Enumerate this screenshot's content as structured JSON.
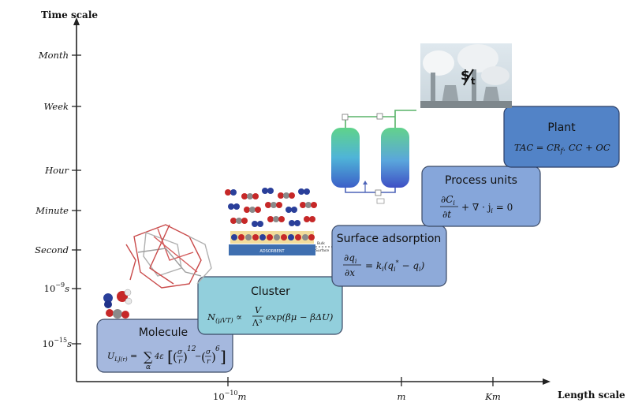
{
  "axes": {
    "y_title": "Time scale",
    "x_title": "Length scale",
    "y_ticks": [
      "Month",
      "Week",
      "Hour",
      "Minute",
      "Second",
      "10",
      "10"
    ],
    "y_tick_exponents": [
      "",
      "",
      "",
      "",
      "",
      "−9",
      "−15"
    ],
    "y_tick_units": [
      "",
      "",
      "",
      "",
      "",
      "s",
      "s"
    ],
    "x_ticks": [
      "10",
      "m",
      "Km"
    ],
    "x_tick_exponent_first": "−10",
    "x_tick_unit_first": "m"
  },
  "boxes": {
    "molecule": {
      "title": "Molecule",
      "eq_lhs": "U",
      "eq_lhs_sub": "LJ(r)",
      "eq_sum_sub": "α",
      "eq_body": "4ε",
      "eq_frac_num": "σ",
      "eq_frac_den": "r",
      "eq_exp1": "12",
      "eq_exp2": "6",
      "color": "#9fb3dc"
    },
    "cluster": {
      "title": "Cluster",
      "eq_lhs": "N",
      "eq_lhs_sub": "(μVT)",
      "eq_prop": "∝",
      "eq_frac_num": "V",
      "eq_frac_den": "Λ³",
      "eq_rest": "exp(βμ − βΔU)",
      "color": "#8ccbd8"
    },
    "surface": {
      "title": "Surface adsorption",
      "eq_frac_num": "∂q",
      "eq_frac_num_sub": "i",
      "eq_frac_den": "∂x",
      "eq_rhs": "= k",
      "eq_rhs_sub": "i",
      "eq_rhs_rest": "(q",
      "eq_rhs_sub2": "i",
      "eq_rhs_sup2": "*",
      "eq_rhs_tail": " − q",
      "eq_rhs_sub3": "i",
      "eq_rhs_close": ")",
      "color": "#8aa8d8"
    },
    "process": {
      "title": "Process units",
      "eq_frac_num": "∂C",
      "eq_frac_num_sub": "i",
      "eq_frac_den": "∂t",
      "eq_rhs": "+ ∇ · j",
      "eq_rhs_sub": "i",
      "eq_rhs_tail": " = 0",
      "color": "#7ea1d6"
    },
    "plant": {
      "title": "Plant",
      "eq_lhs": "TAC = CR",
      "eq_lhs_sub": "f",
      "eq_rest": ". CC + OC",
      "color": "#4f7fc4"
    }
  },
  "illustrations": {
    "surface_labels": [
      "Bulk",
      "Surface"
    ],
    "adsorbent_label": "ADSORBENT",
    "plant_symbol": "$",
    "plant_symbol_sub": "t"
  },
  "colors": {
    "axis": "#222222",
    "box_border": "#3b4a66",
    "plant_border": "#2b3e66"
  }
}
